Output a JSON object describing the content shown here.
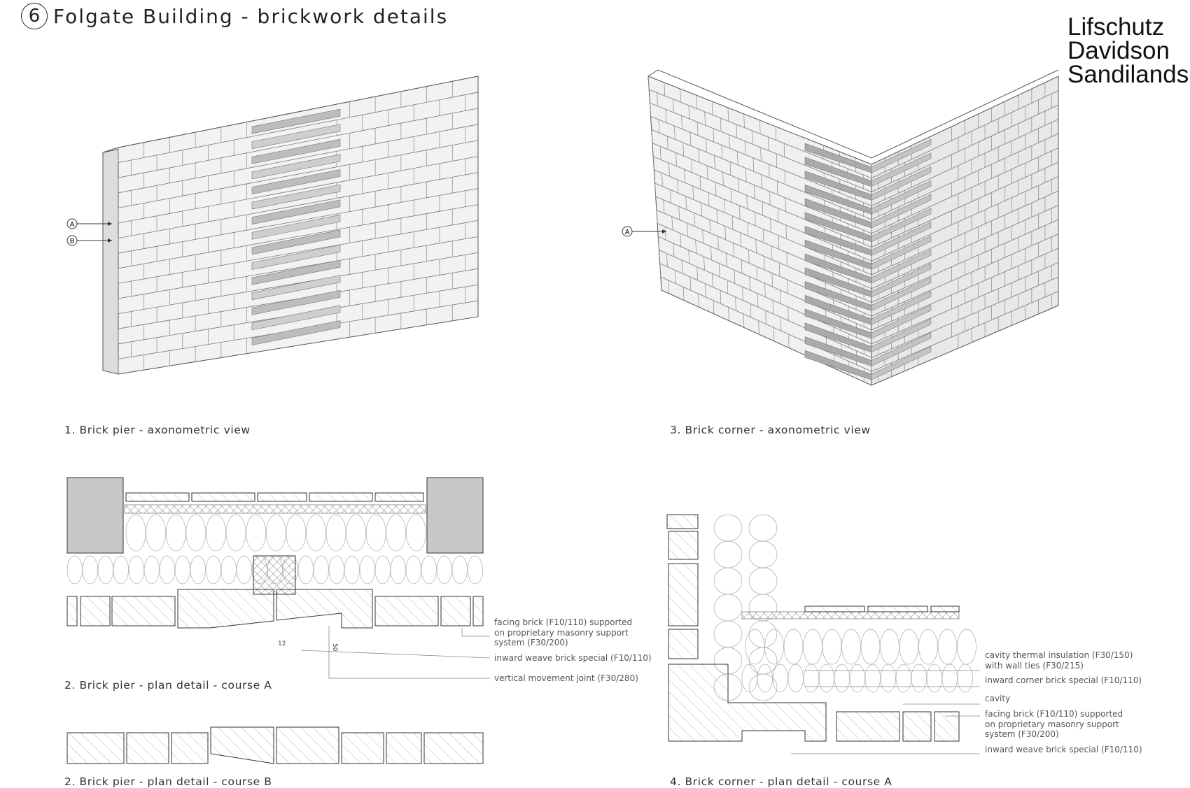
{
  "header": {
    "number": "6",
    "title": "Folgate Building - brickwork details"
  },
  "logo": {
    "lines": [
      "Lifschutz",
      "Davidson",
      "Sandilands"
    ]
  },
  "drawings": {
    "pier_axo": {
      "caption": "1. Brick pier  - axonometric view",
      "markers": [
        "A",
        "B"
      ]
    },
    "corner_axo": {
      "caption": "3. Brick corner - axonometric view",
      "markers": [
        "A"
      ]
    },
    "pier_plan_a": {
      "caption": "2. Brick pier - plan detail - course A",
      "dimensions": [
        "12",
        "50"
      ],
      "notes": [
        "facing brick (F10/110) supported",
        "on proprietary masonry support",
        "system (F30/200)",
        "inward weave brick special (F10/110)",
        "vertical movement joint (F30/280)"
      ]
    },
    "pier_plan_b": {
      "caption": "2. Brick pier - plan detail - course B"
    },
    "corner_plan_a": {
      "caption": "4. Brick corner - plan detail - course A",
      "notes": [
        "cavity thermal insulation (F30/150)",
        "with wall ties (F30/215)",
        "inward corner brick special (F10/110)",
        "cavity",
        "facing brick (F10/110) supported",
        "on proprietary masonry support",
        "system (F30/200)",
        "inward weave brick special (F10/110)"
      ]
    }
  }
}
